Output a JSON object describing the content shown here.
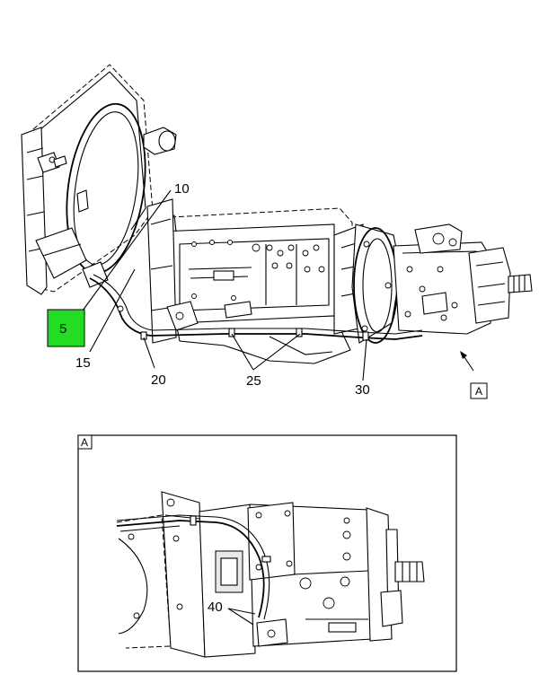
{
  "callouts": {
    "c5": "5",
    "c10": "10",
    "c15": "15",
    "c20": "20",
    "c25": "25",
    "c30": "30",
    "c40": "40"
  },
  "view_labels": {
    "view_ref": "A",
    "detail_label": "A"
  },
  "colors": {
    "highlight": "#22dd22",
    "line": "#000000",
    "background": "#ffffff"
  }
}
